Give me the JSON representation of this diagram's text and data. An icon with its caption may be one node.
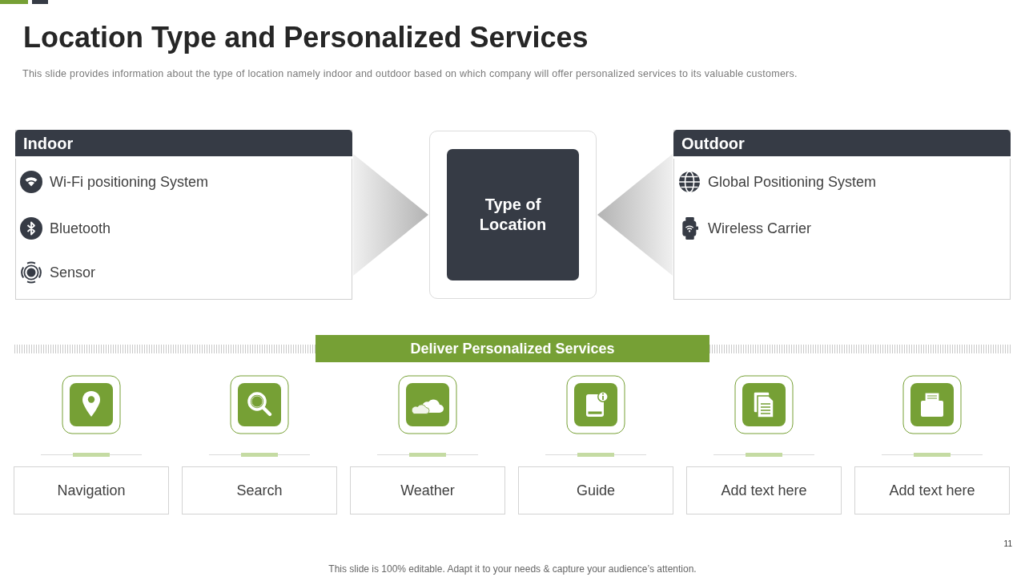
{
  "diagram": {
    "title": "Location Type and Personalized Services",
    "nodes": [
      {
        "text": [
          "Indoor",
          "Wi-Fi positioning System",
          "Bluetooth",
          "Sensor"
        ]
      },
      {
        "text": [],
        "shape": "box"
      },
      {
        "text": [
          "Type of Location"
        ],
        "in": 1
      },
      {
        "text": [
          "Outdoor",
          "Global Positioning System",
          "Wireless Carrier"
        ]
      },
      {
        "text": [
          "Deliver Personalized Services"
        ]
      },
      {
        "text": [
          "Navigation"
        ]
      },
      {
        "text": [
          "Search"
        ]
      },
      {
        "text": [
          "Weather"
        ]
      },
      {
        "text": [
          "Guide"
        ]
      },
      {
        "text": [
          "Add text here"
        ]
      },
      {
        "text": [
          "Add text here"
        ]
      }
    ],
    "edges": [
      {
        "from": 0,
        "to": 1,
        "arrow": "to"
      },
      {
        "from": 3,
        "to": 1,
        "arrow": "to"
      }
    ],
    "labels": [
      "This slide provides information about the type of location namely indoor and outdoor based on which company will offer personalized services to its valuable customers.",
      "11",
      "This slide is 100% editable. Adapt it to your needs & capture your audience’s attention."
    ]
  }
}
